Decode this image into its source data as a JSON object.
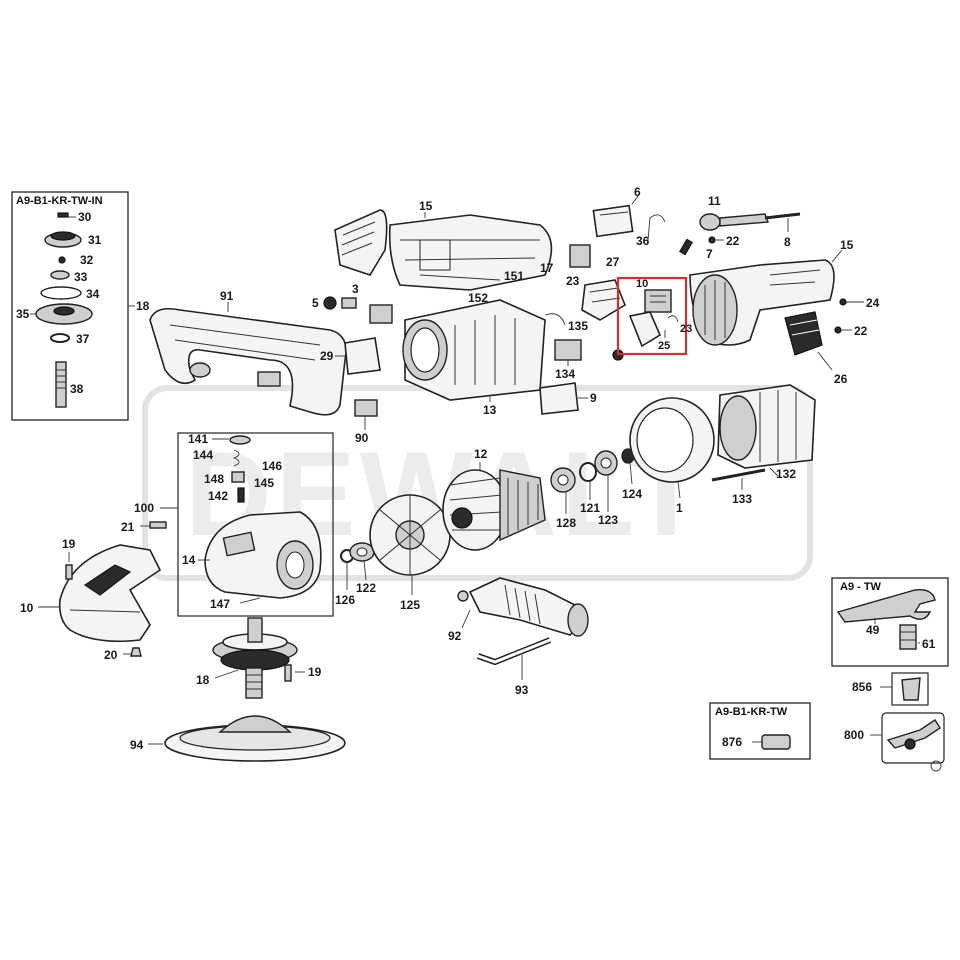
{
  "kits": [
    {
      "title": "A9-B1-KR-TW-IN",
      "parts": [
        "30",
        "31",
        "32",
        "33",
        "34",
        "35",
        "37",
        "38"
      ],
      "ref": "18"
    },
    {
      "title": "A9 - TW",
      "parts": [
        "49",
        "61"
      ]
    },
    {
      "title": "A9-B1-KR-TW",
      "parts": [
        "876"
      ]
    }
  ],
  "watermark": "DEWALT",
  "highlight": {
    "color": "#d32f2f",
    "labels": [
      "10",
      "23",
      "25"
    ]
  },
  "labels": {
    "p1": "1",
    "p3": "3",
    "p5": "5",
    "p6": "6",
    "p7": "7",
    "p8": "8",
    "p9": "9",
    "p10a": "10",
    "p10b": "10",
    "p11": "11",
    "p12": "12",
    "p13": "13",
    "p14": "14",
    "p15a": "15",
    "p15b": "15",
    "p17": "17",
    "p18a": "18",
    "p18b": "18",
    "p19a": "19",
    "p19b": "19",
    "p20": "20",
    "p21": "21",
    "p22a": "22",
    "p22b": "22",
    "p23a": "23",
    "p23b": "23",
    "p24": "24",
    "p25": "25",
    "p26": "26",
    "p27": "27",
    "p29": "29",
    "p36": "36",
    "p90": "90",
    "p91": "91",
    "p92": "92",
    "p93": "93",
    "p94": "94",
    "p100": "100",
    "p121": "121",
    "p122": "122",
    "p123": "123",
    "p124": "124",
    "p125": "125",
    "p126": "126",
    "p128": "128",
    "p132": "132",
    "p133": "133",
    "p134": "134",
    "p135": "135",
    "p141": "141",
    "p142": "142",
    "p144": "144",
    "p145": "145",
    "p146": "146",
    "p147": "147",
    "p148": "148",
    "p151": "151",
    "p152": "152",
    "p856": "856",
    "p800": "800"
  }
}
